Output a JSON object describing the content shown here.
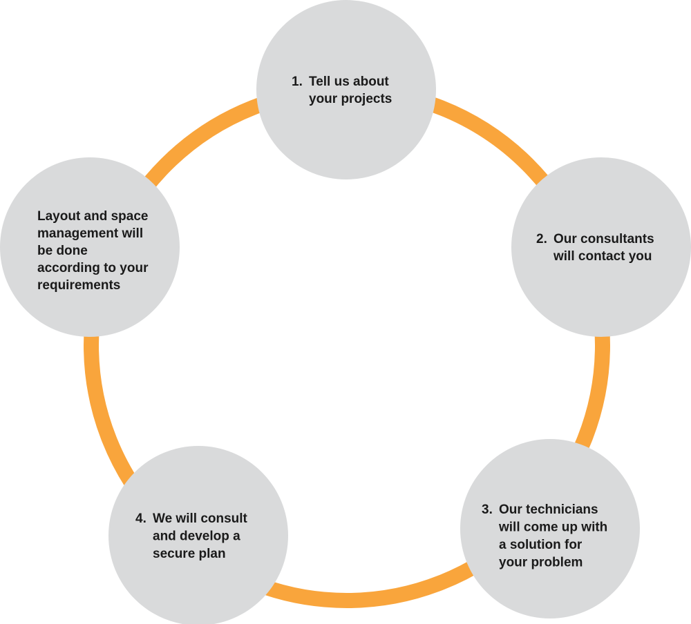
{
  "colors": {
    "ring": "#f9a53c",
    "node_fill": "#d9dadb",
    "text": "#1a1a1a"
  },
  "nodes": [
    {
      "id": "step-1",
      "number": "1.",
      "lines": [
        "Tell us about",
        "your projects"
      ]
    },
    {
      "id": "step-2",
      "number": "2.",
      "lines": [
        "Our consultants",
        "will contact you"
      ]
    },
    {
      "id": "step-3",
      "number": "3.",
      "lines": [
        "Our technicians",
        "will come up with",
        "a solution for",
        "your problem"
      ]
    },
    {
      "id": "step-4",
      "number": "4.",
      "lines": [
        "We will consult",
        "and develop a",
        "secure plan"
      ]
    },
    {
      "id": "step-5",
      "number": "",
      "lines": [
        "Layout and space",
        "management will",
        "be done",
        "according to your",
        "requirements"
      ]
    }
  ]
}
